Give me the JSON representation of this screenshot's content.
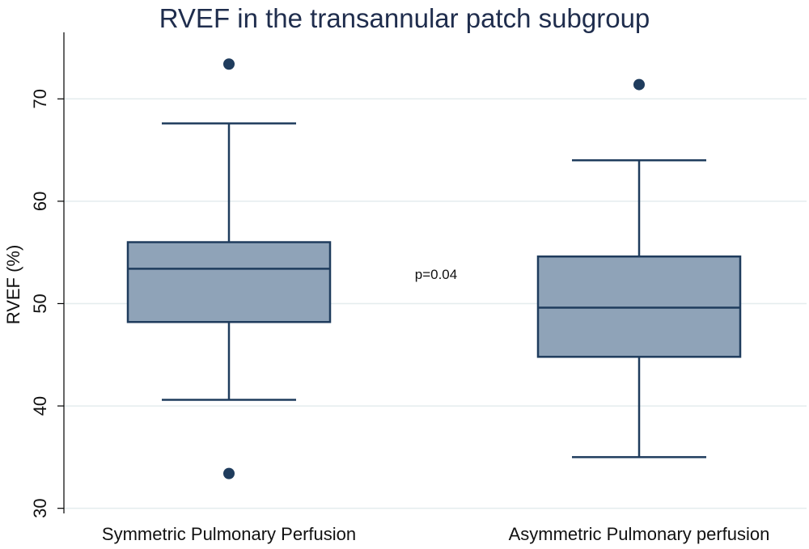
{
  "chart_data": {
    "type": "box",
    "title": "RVEF in the transannular patch subgroup",
    "ylabel": "RVEF (%)",
    "xlabel": "",
    "ylim": [
      29.5,
      76.5
    ],
    "yticks": [
      30,
      40,
      50,
      60,
      70
    ],
    "grid": true,
    "categories": [
      "Symmetric Pulmonary Perfusion",
      "Asymmetric Pulmonary perfusion"
    ],
    "boxes": [
      {
        "category": "Symmetric Pulmonary Perfusion",
        "whisker_low": 40.6,
        "q1": 48.2,
        "median": 53.4,
        "q3": 56.0,
        "whisker_high": 67.6,
        "outliers": [
          73.4,
          33.4
        ]
      },
      {
        "category": "Asymmetric Pulmonary perfusion",
        "whisker_low": 35.0,
        "q1": 44.8,
        "median": 49.6,
        "q3": 54.6,
        "whisker_high": 64.0,
        "outliers": [
          71.4
        ]
      }
    ],
    "annotations": [
      {
        "text": "p=0.04",
        "y": 52.9
      }
    ],
    "colors": {
      "box_fill": "#8fa3b8",
      "box_line": "#1f3c5d",
      "outlier": "#1f3c5d",
      "grid": "#e4ecee",
      "title": "#1f2d4d"
    }
  }
}
